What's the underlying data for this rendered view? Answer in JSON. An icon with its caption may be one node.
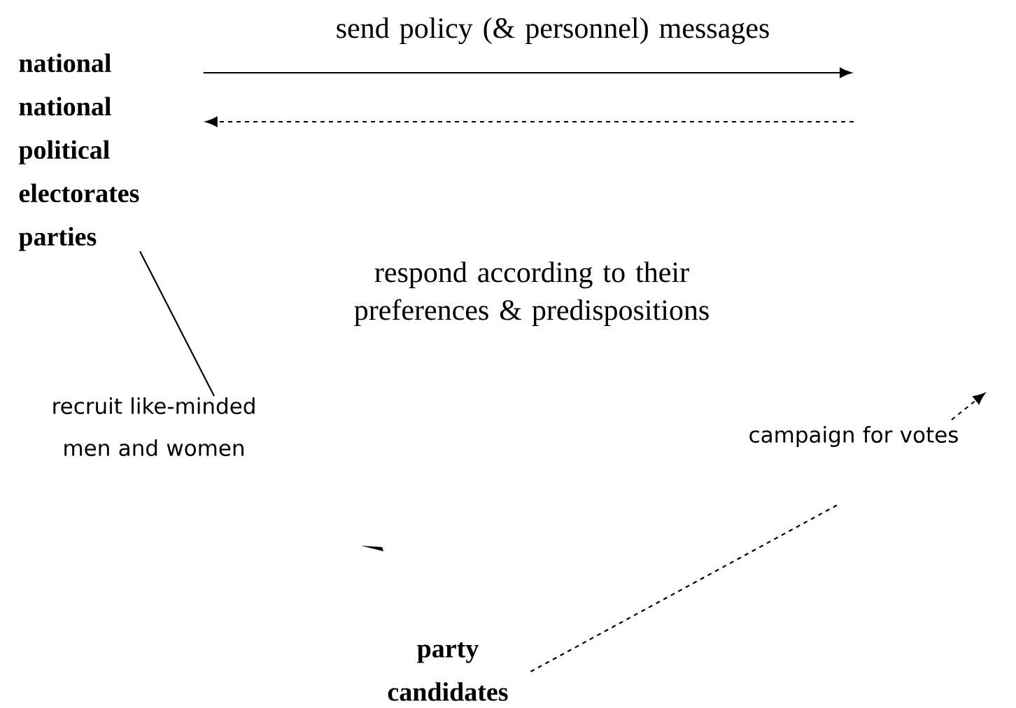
{
  "diagram": {
    "nodes": [
      {
        "text": [
          "national national political electorates parties"
        ]
      },
      {
        "text": [
          "party candidates"
        ]
      }
    ],
    "edges": [
      {
        "from": 0,
        "to": null,
        "arrow": "to",
        "label": "send policy (& personnel) messages"
      },
      {
        "from": null,
        "to": 0,
        "arrow": "to",
        "style": "dashed",
        "label": "respond according to their preferences & predispositions"
      },
      {
        "from": 0,
        "to": null,
        "arrow": "none",
        "label": "recruit like-minded men and women"
      },
      {
        "from": 1,
        "to": null,
        "arrow": "to",
        "style": "dashed",
        "label": "campaign for votes"
      }
    ]
  }
}
